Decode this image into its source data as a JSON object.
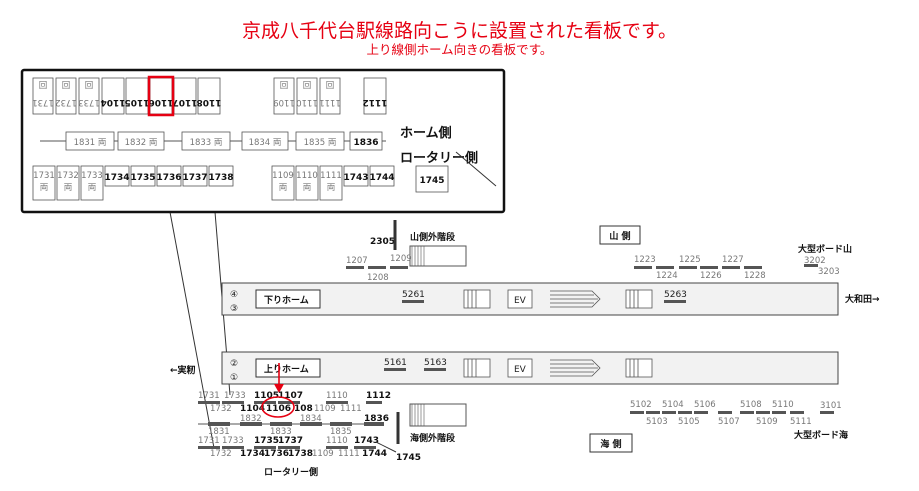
{
  "title": "京成八千代台駅線路向こうに設置された看板です。",
  "subtitle": "上り線側ホーム向きの看板です。",
  "zoom": {
    "top_signs": [
      "1731",
      "1732",
      "1733",
      "1104",
      "1105",
      "1106",
      "1107",
      "1108",
      "1109",
      "1110",
      "1111",
      "1112"
    ],
    "icon_glyph": "回",
    "highlight": "1106",
    "middle_signs": [
      "1831 両",
      "1832 両",
      "1833 両",
      "1834 両",
      "1835 両",
      "1836"
    ],
    "home_side": "ホーム側",
    "rotary_side": "ロータリー側",
    "bottom_signs": [
      "1731",
      "1732",
      "1733",
      "1734",
      "1735",
      "1736",
      "1737",
      "1738",
      "1109",
      "1110",
      "1111",
      "1743",
      "1744",
      "1745"
    ],
    "ryo": "両"
  },
  "map": {
    "yama_gawa": "山 側",
    "umi_gawa": "海 側",
    "yama_stairs": "山側外階段",
    "umi_stairs": "海側外階段",
    "big_board_yama": "大型ボード山",
    "big_board_umi": "大型ボード海",
    "yamato": "大和田→",
    "miyaji": "←実籾",
    "kudari": "下りホーム",
    "nobori": "上りホーム",
    "ev": "EV",
    "rotary": "ロータリー側",
    "track4": "④",
    "track3": "③",
    "track2": "②",
    "track1": "①",
    "n2305": "2305",
    "n1207": "1207",
    "n1208": "1208",
    "n1209": "1209",
    "n1223": "1223",
    "n1224": "1224",
    "n1225": "1225",
    "n1226": "1226",
    "n1227": "1227",
    "n1228": "1228",
    "n3202": "3202",
    "n3203": "3203",
    "n5261": "5261",
    "n5263": "5263",
    "n5161": "5161",
    "n5163": "5163",
    "n5102": "5102",
    "n5103": "5103",
    "n5104": "5104",
    "n5105": "5105",
    "n5106": "5106",
    "n5107": "5107",
    "n5108": "5108",
    "n5109": "5109",
    "n5110": "5110",
    "n5111": "5111",
    "n3101": "3101",
    "row1_a": "1731",
    "row1_b": "1733",
    "row1_c": "1105",
    "row1_d": "1107",
    "row1_e": "1110",
    "row1_f": "1112",
    "row2_a": "1732",
    "row2_b": "1104",
    "row2_c": "1106",
    "row2_d": "108",
    "row2_e": "1109",
    "row2_f": "1111",
    "row3_a": "1832",
    "row3_b": "1834",
    "row3_c": "1836",
    "row4_a": "1831",
    "row4_b": "1833",
    "row4_c": "1835",
    "row5_a": "1731",
    "row5_b": "1733",
    "row5_c": "1735",
    "row5_d": "1737",
    "row5_e": "1110",
    "row5_f": "1743",
    "row6_a": "1732",
    "row6_b": "1734",
    "row6_c": "1736",
    "row6_d": "1738",
    "row6_e": "1109",
    "row6_f": "1111",
    "row6_g": "1744",
    "n1745": "1745"
  },
  "colors": {
    "accent": "#e60012",
    "platform": "#f2f2f2",
    "dark": "#555555"
  }
}
